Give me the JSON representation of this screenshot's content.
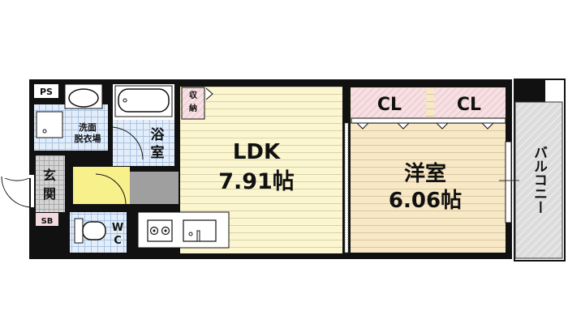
{
  "title": "Floor plan 1LDK",
  "rooms": {
    "ldk": {
      "name": "LDK",
      "size": "7.91帖"
    },
    "western": {
      "name": "洋室",
      "size": "6.06帖"
    },
    "bath": {
      "name_line1": "浴",
      "name_line2": "室"
    },
    "washroom": {
      "line1": "洗面",
      "line2": "脱衣場"
    },
    "entrance": {
      "line1": "玄",
      "line2": "関"
    },
    "toilet": {
      "line1": "W",
      "line2": "C"
    },
    "balcony": {
      "name": "バルコニー"
    },
    "storage": {
      "line1": "収",
      "line2": "納"
    },
    "closet1": {
      "name": "CL"
    },
    "closet2": {
      "name": "CL"
    },
    "ps": {
      "name": "PS"
    },
    "sb": {
      "name": "SB"
    }
  },
  "colors": {
    "wall": "#111111",
    "ldk_floor": "#fbf6cf",
    "western_floor": "#f7e8c6",
    "wet_area": "#dce8f6",
    "closet": "#f5dde0",
    "hall": "#f8f08a",
    "balcony": "#d8d8d8",
    "entrance": "#c9c9c9"
  }
}
